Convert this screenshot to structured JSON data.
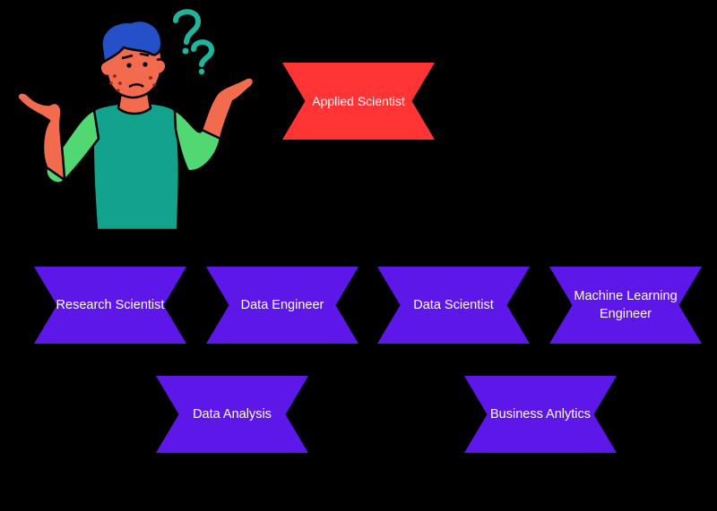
{
  "diagram": {
    "top_role": "Applied Scientist",
    "row1": [
      "Research Scientist",
      "Data Engineer",
      "Data Scientist",
      "Machine Learning Engineer"
    ],
    "row2": [
      "Data Analysis",
      "Business Anlytics"
    ]
  },
  "colors": {
    "background": "#000000",
    "top_ribbon": "#ff3434",
    "role_ribbon": "#5d17e8",
    "question_marks": "#1fb59c"
  },
  "illustration": {
    "icon": "confused-person-shrugging-icon"
  }
}
